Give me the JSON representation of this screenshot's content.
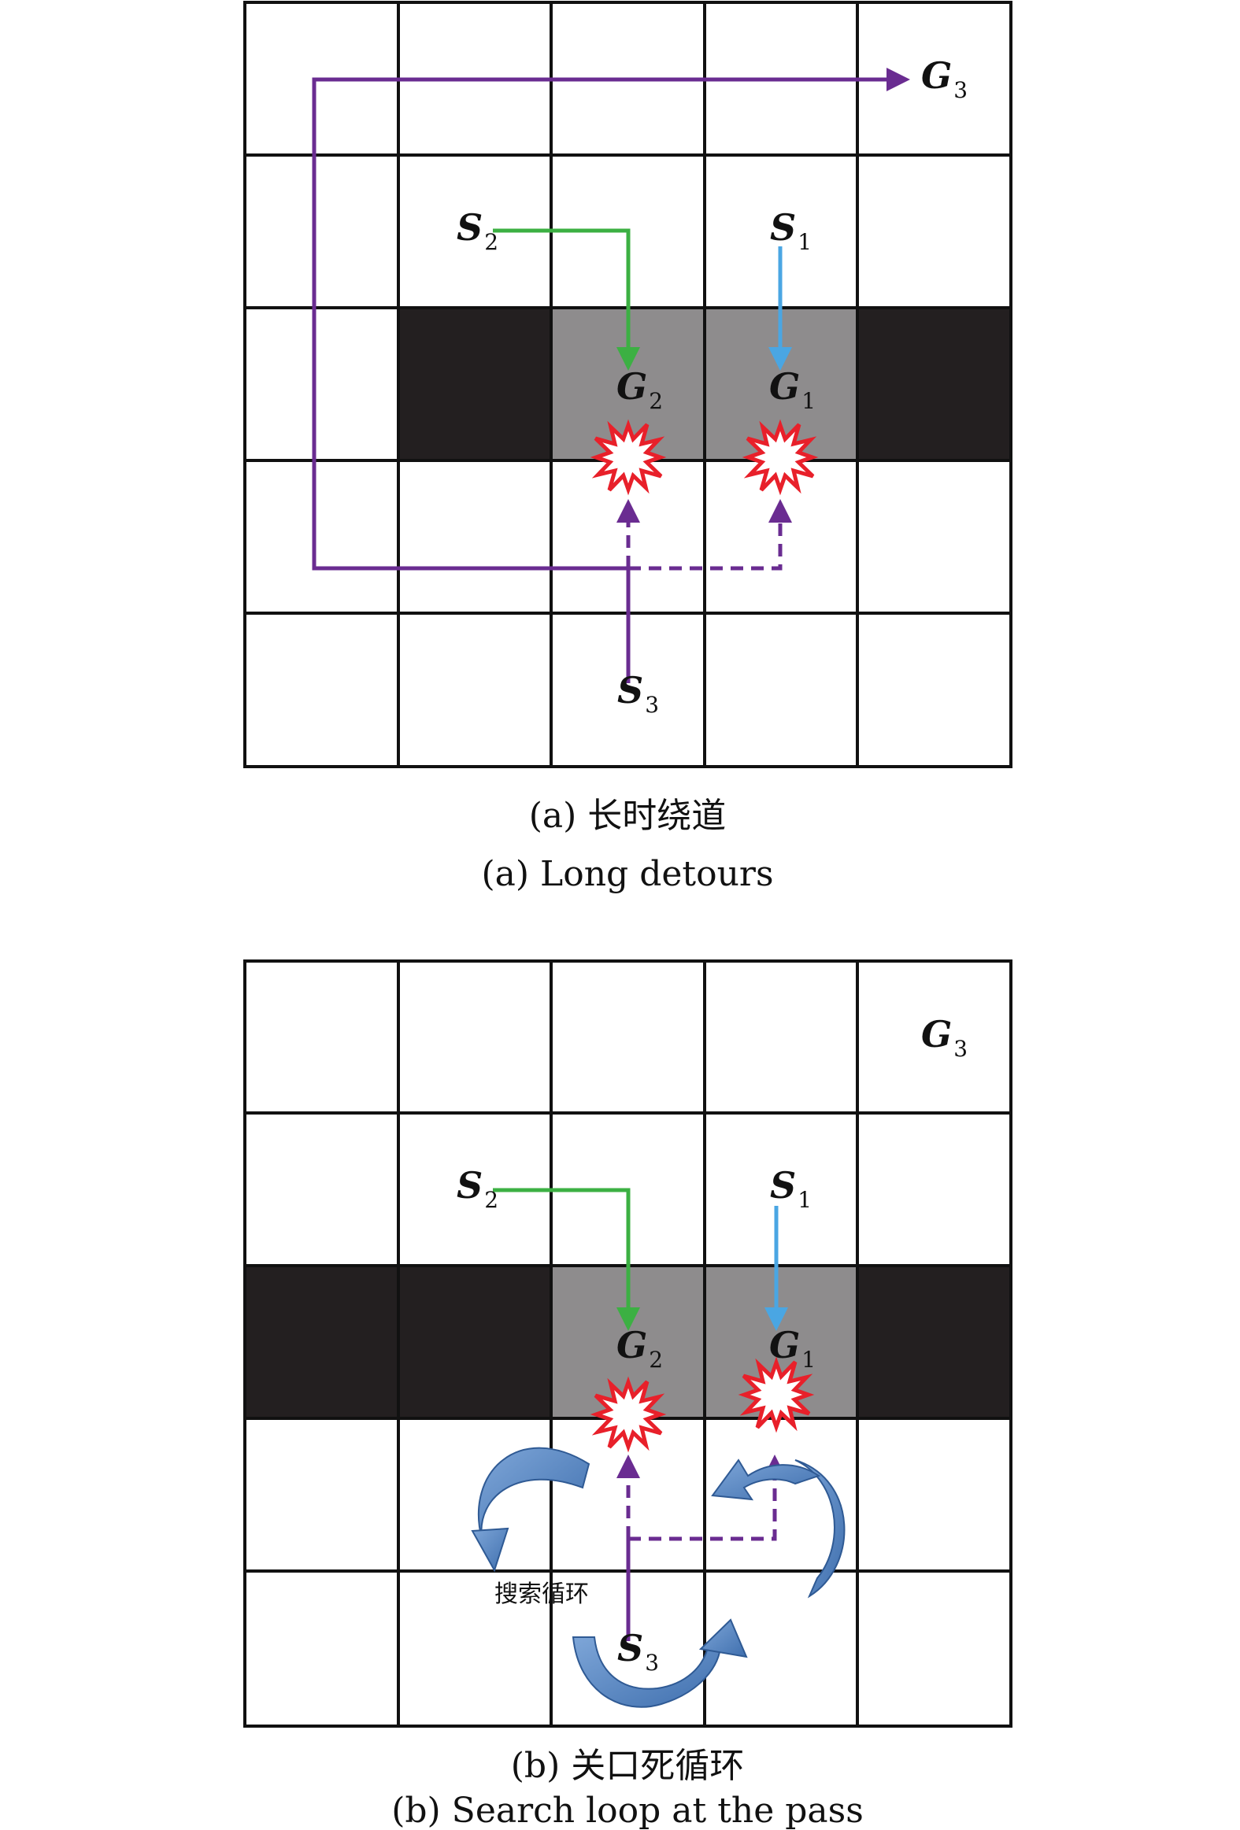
{
  "panels": [
    {
      "id": "a",
      "grid": {
        "rows": 5,
        "cols": 5
      },
      "walls": [
        [
          2,
          1
        ],
        [
          2,
          4
        ]
      ],
      "targets": [
        [
          2,
          2
        ],
        [
          2,
          3
        ]
      ],
      "labels": [
        {
          "base": "G",
          "sub": "3"
        },
        {
          "base": "S",
          "sub": "2"
        },
        {
          "base": "S",
          "sub": "1"
        },
        {
          "base": "G",
          "sub": "2"
        },
        {
          "base": "G",
          "sub": "1"
        },
        {
          "base": "S",
          "sub": "3"
        }
      ],
      "caption_cn": "(a) 长时绕道",
      "caption_en": "(a) Long detours"
    },
    {
      "id": "b",
      "grid": {
        "rows": 5,
        "cols": 5
      },
      "walls": [
        [
          2,
          0
        ],
        [
          2,
          1
        ],
        [
          2,
          4
        ]
      ],
      "targets": [
        [
          2,
          2
        ],
        [
          2,
          3
        ]
      ],
      "labels": [
        {
          "base": "G",
          "sub": "3"
        },
        {
          "base": "S",
          "sub": "2"
        },
        {
          "base": "S",
          "sub": "1"
        },
        {
          "base": "G",
          "sub": "2"
        },
        {
          "base": "G",
          "sub": "1"
        },
        {
          "base": "S",
          "sub": "3"
        }
      ],
      "loop_label": "搜索循环",
      "caption_cn": "(b) 关口死循环",
      "caption_en": "(b) Search loop at the pass"
    }
  ],
  "colors": {
    "grid_line": "#111111",
    "wall": "#231f20",
    "target_cell": "#8e8c8d",
    "agent1_path": "#4aa6e3",
    "agent2_path": "#3cb043",
    "agent3_path": "#6a2c91",
    "collision": "#e8202a",
    "loop_arrow": "#4f81bd"
  },
  "icons": [
    "collision-burst-icon",
    "loop-arrow-icon"
  ]
}
